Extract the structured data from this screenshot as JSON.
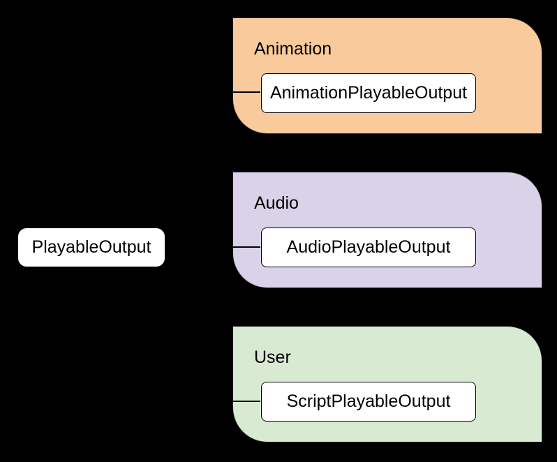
{
  "canvas": {
    "background": "#000000"
  },
  "connector_color": "#000000",
  "root_node": {
    "label": "PlayableOutput",
    "fill": "#ffffff",
    "text_color": "#000000"
  },
  "groups": [
    {
      "label": "Animation",
      "color": "#f9cb9c",
      "node": {
        "label": "AnimationPlayableOutput"
      }
    },
    {
      "label": "Audio",
      "color": "#d9d2e9",
      "node": {
        "label": "AudioPlayableOutput"
      }
    },
    {
      "label": "User",
      "color": "#d9ead3",
      "node": {
        "label": "ScriptPlayableOutput"
      }
    }
  ]
}
